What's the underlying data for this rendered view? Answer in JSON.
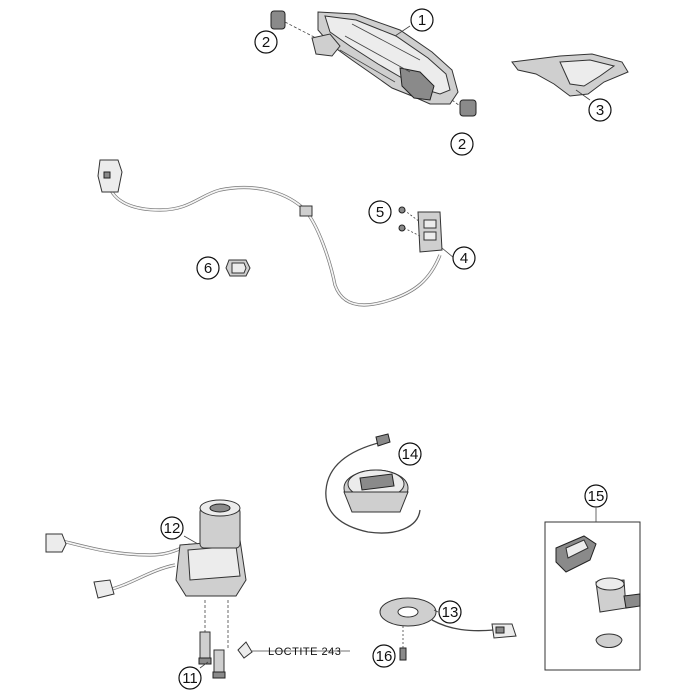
{
  "callouts": {
    "c1": "1",
    "c2a": "2",
    "c2b": "2",
    "c3": "3",
    "c4": "4",
    "c5": "5",
    "c6": "6",
    "c11": "11",
    "c12": "12",
    "c13": "13",
    "c14": "14",
    "c15": "15",
    "c16": "16"
  },
  "notes": {
    "loctite": "LOCTITE 243"
  }
}
